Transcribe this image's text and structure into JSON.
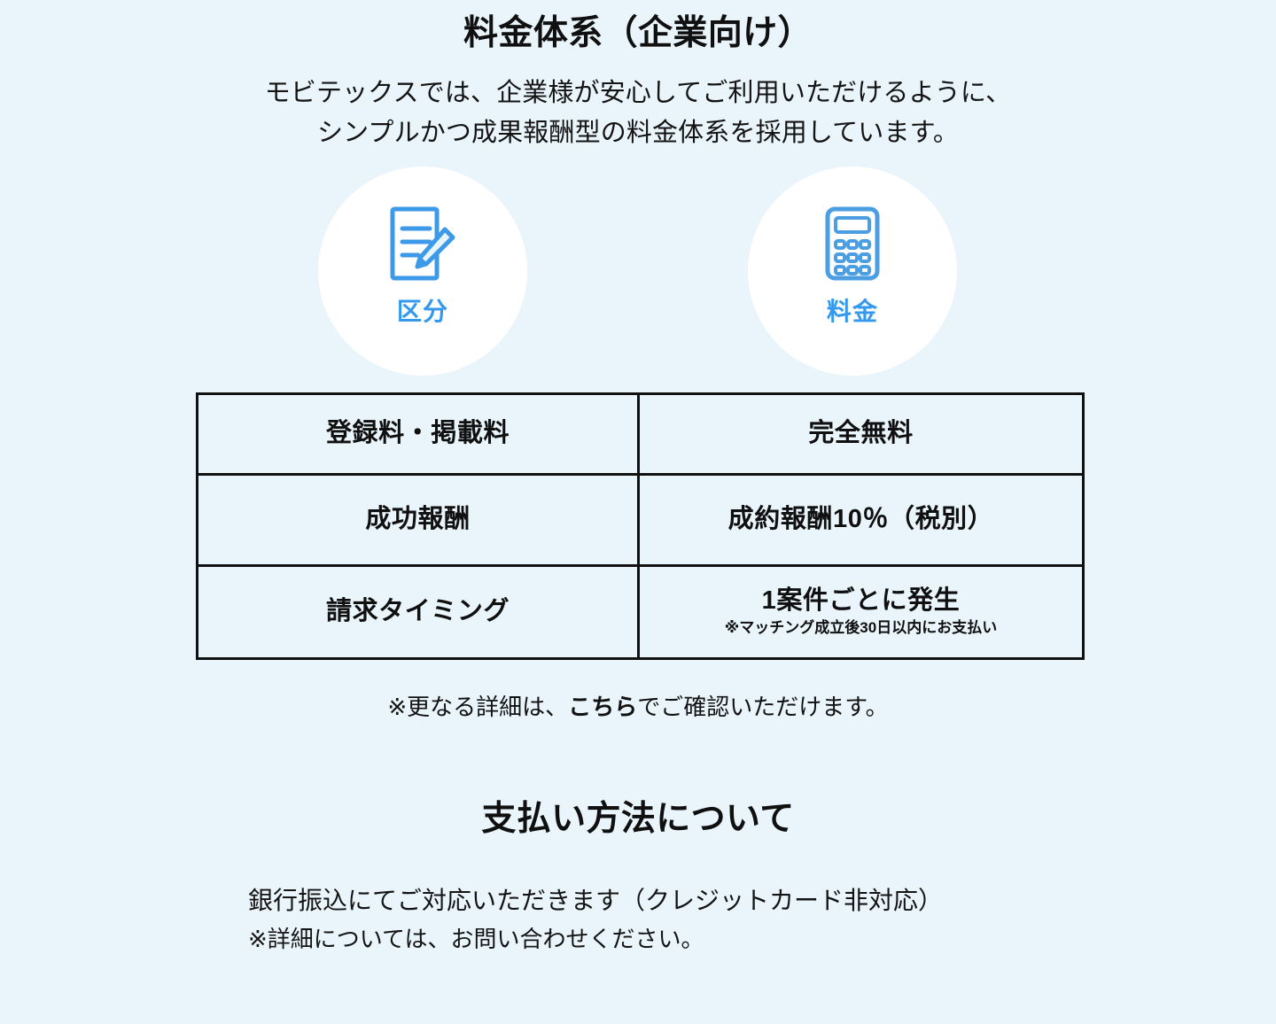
{
  "pricing": {
    "title": "料金体系（企業向け）",
    "lead": [
      "モビテックスでは、企業様が安心してご利用いただけるように、",
      "シンプルかつ成果報酬型の料金体系を採用しています。"
    ],
    "headers": [
      {
        "icon": "document-pencil-icon",
        "label": "区分"
      },
      {
        "icon": "calculator-icon",
        "label": "料金"
      }
    ],
    "rows": [
      {
        "label": "登録料・掲載料",
        "value": "完全無料",
        "sub": ""
      },
      {
        "label": "成功報酬",
        "value": "成約報酬10％（税別）",
        "sub": ""
      },
      {
        "label": "請求タイミング",
        "value": "1案件ごとに発生",
        "sub": "※マッチング成立後30日以内にお支払い"
      }
    ],
    "note": {
      "prefix": "※更なる詳細は、",
      "link": "こちら",
      "suffix": "でご確認いただけます。"
    }
  },
  "payment": {
    "title": "支払い方法について",
    "lines": [
      "銀行振込にてご対応いただきます（クレジットカード非対応）",
      "※詳細については、お問い合わせください。"
    ]
  },
  "colors": {
    "background": "#e9f5fb",
    "accent": "#3399ee",
    "circle": "#ffffff",
    "text": "#101010",
    "border": "#111111"
  }
}
